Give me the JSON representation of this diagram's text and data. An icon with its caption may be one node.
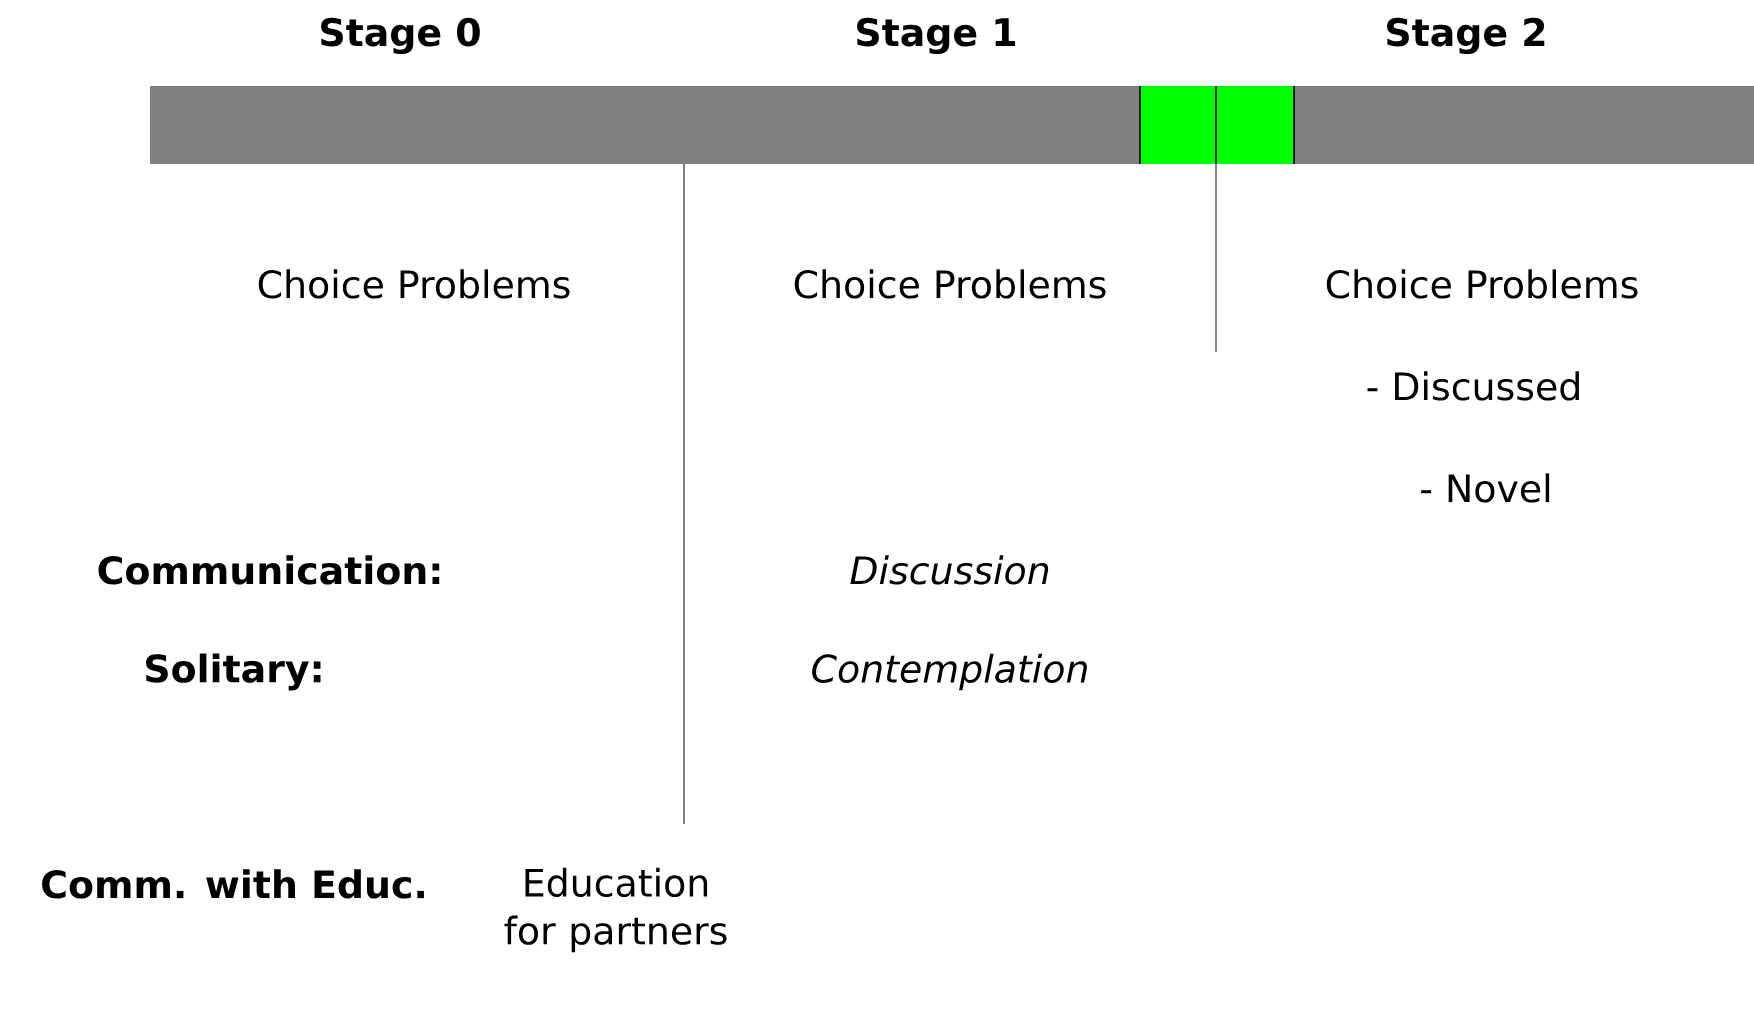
{
  "diagram": {
    "labels": [
      "Stage 0",
      "Stage 1",
      "Stage 2",
      "Choice Problems",
      "Choice Problems",
      "Choice Problems",
      "- Discussed",
      "- Novel",
      "Communication:",
      "Discussion",
      "Solitary:",
      "Contemplation",
      "Comm. with Educ.",
      "Education for partners"
    ]
  }
}
